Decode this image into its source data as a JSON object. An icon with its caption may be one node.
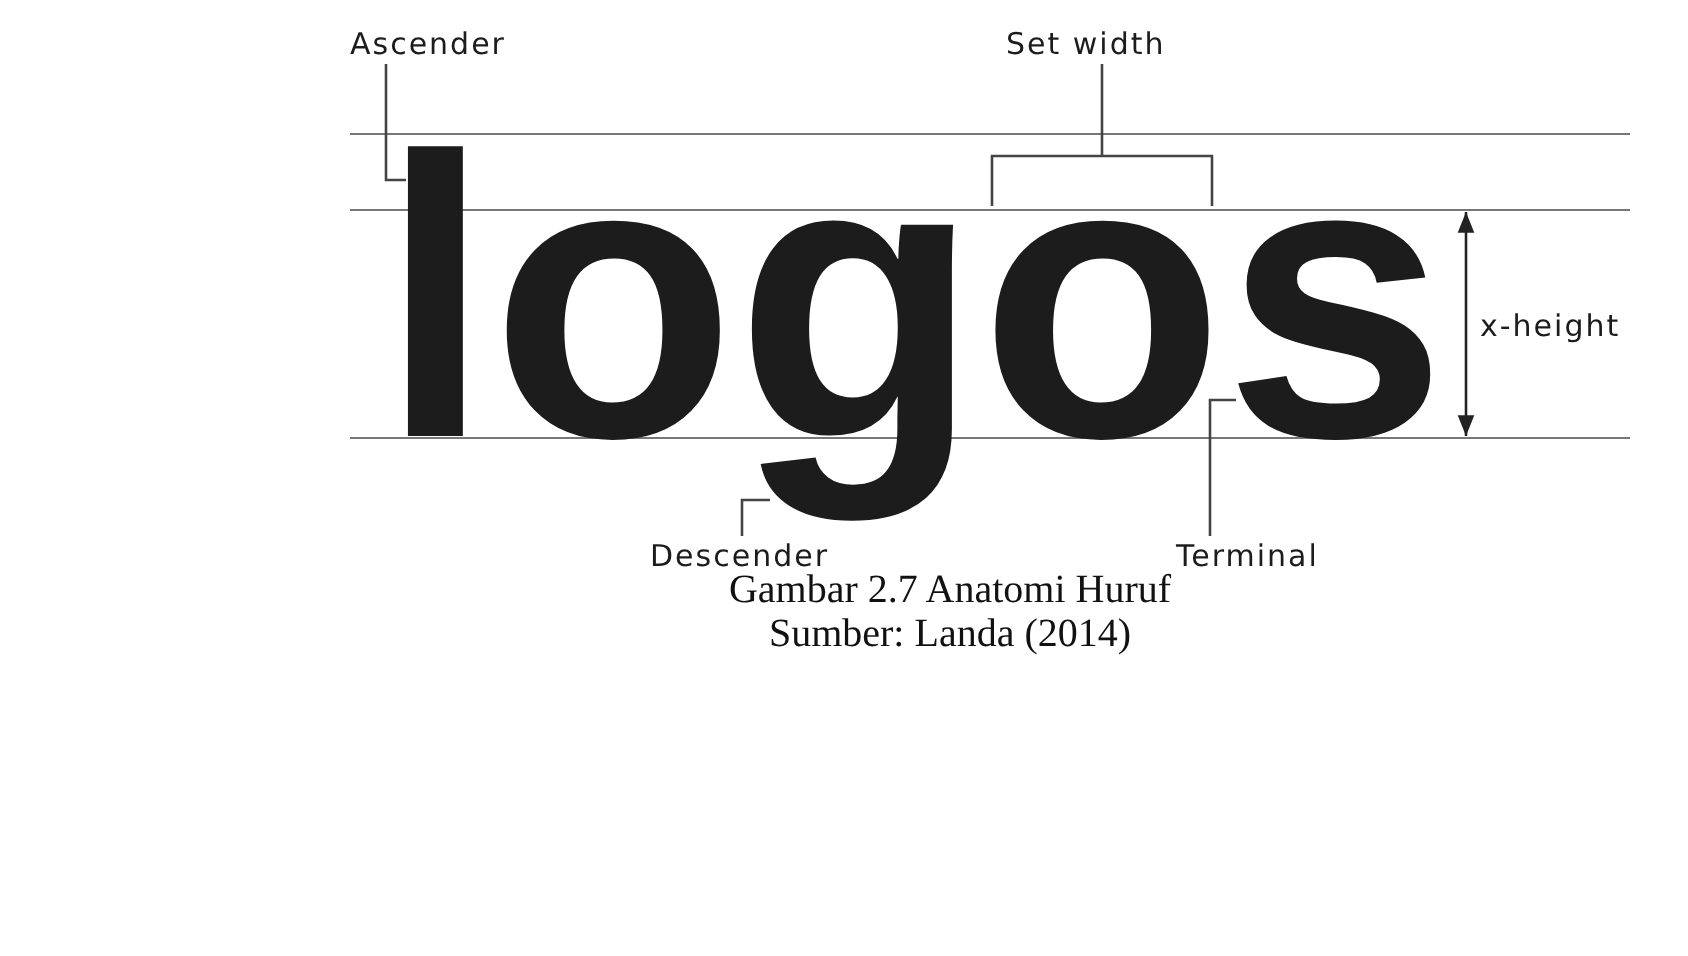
{
  "diagram": {
    "caption": "Gambar 2.7 Anatomi Huruf",
    "nodes": [
      {
        "text": [
          "Ascender"
        ]
      },
      {
        "text": [
          "logos"
        ]
      },
      {
        "text": [
          "Descender"
        ]
      },
      {
        "text": [
          "Terminal"
        ]
      }
    ],
    "edges": [
      {
        "from": 0,
        "to": 1,
        "arrow": "none"
      },
      {
        "from": 2,
        "to": 1,
        "arrow": "none"
      },
      {
        "from": 3,
        "to": 1,
        "arrow": "none"
      }
    ],
    "labels": [
      "Set width",
      "x-height",
      "Sumber: Landa (2014)"
    ]
  }
}
